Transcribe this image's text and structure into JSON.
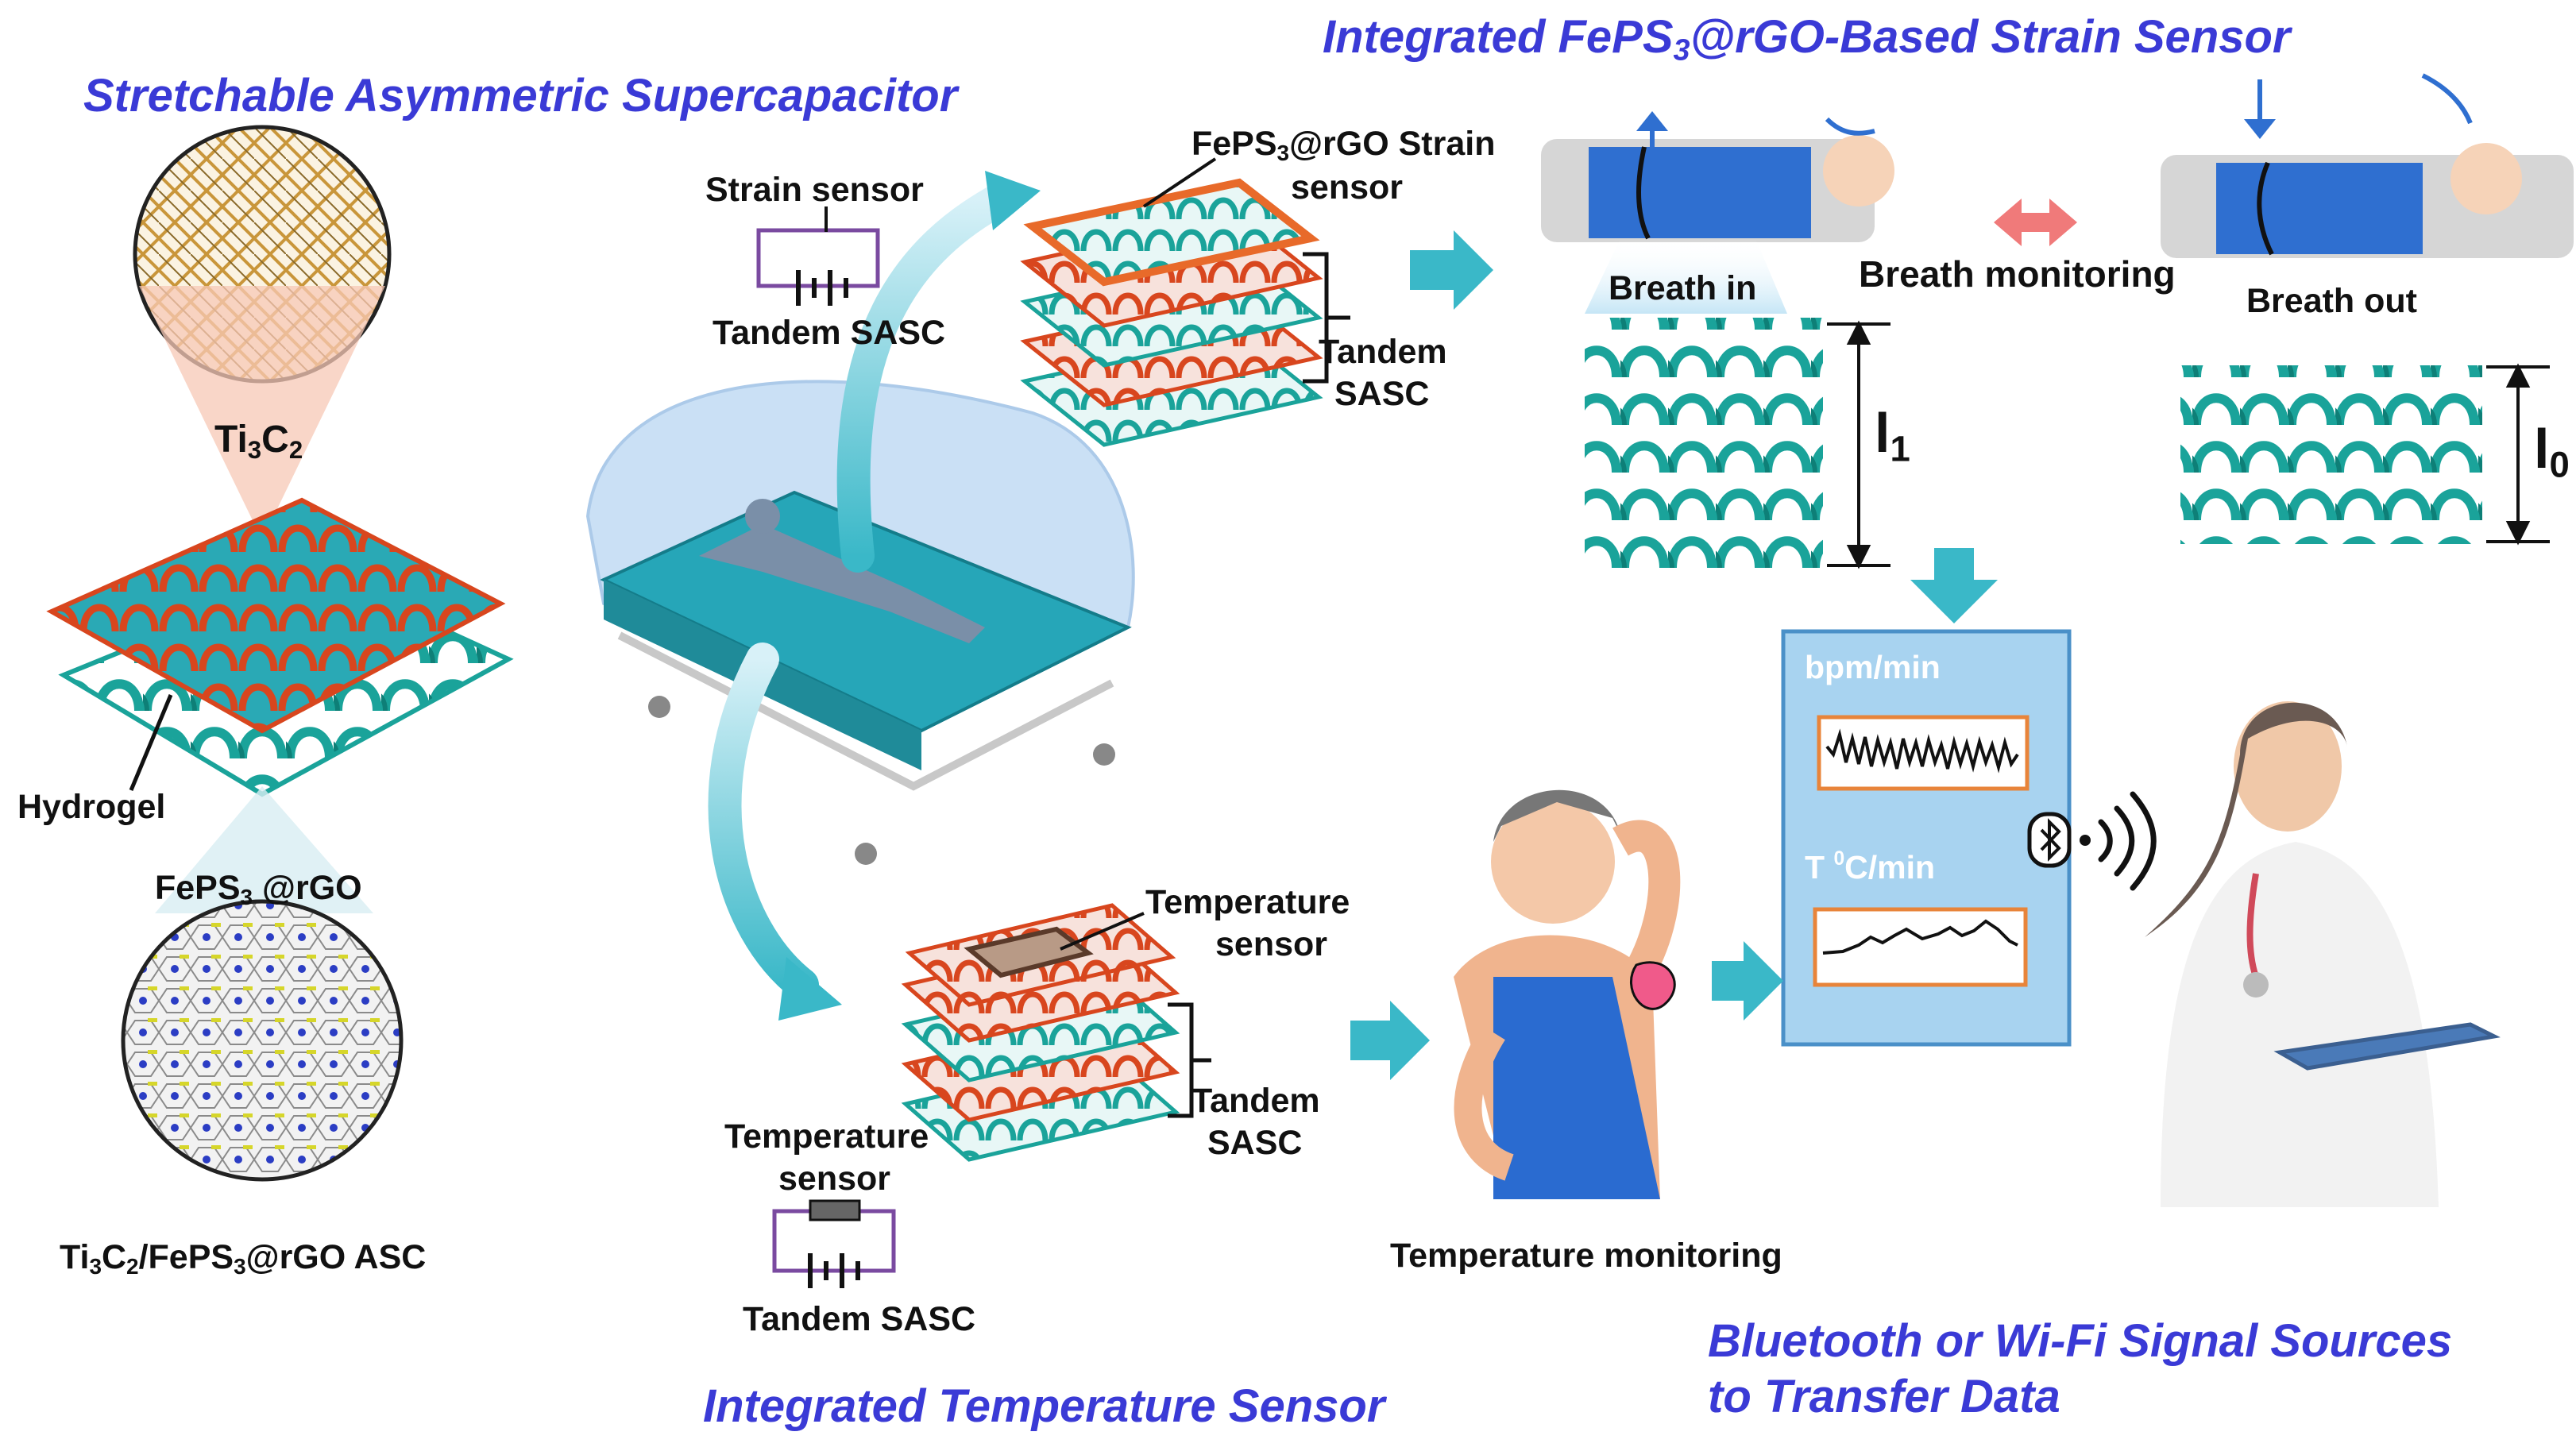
{
  "titles": {
    "supercapacitor": "Stretchable Asymmetric Supercapacitor",
    "strain": {
      "pre": "Integrated FePS",
      "sub": "3",
      "post": "@rGO-Based Strain Sensor"
    },
    "temperature": "Integrated Temperature Sensor",
    "wireless_line1": "Bluetooth or Wi-Fi Signal Sources",
    "wireless_line2": "to Transfer Data"
  },
  "left_panel": {
    "ti3c2": {
      "a": "Ti",
      "b": "3",
      "c": "C",
      "d": "2"
    },
    "hydrogel": "Hydrogel",
    "feps3": {
      "a": "FePS",
      "b": "3",
      "c": " @rGO"
    },
    "asc": {
      "a": "Ti",
      "b": "3",
      "c": "C",
      "d": "2",
      "e": "/FePS",
      "f": "3",
      "g": "@rGO ASC"
    }
  },
  "strain_stack": {
    "sensor_label": "Strain sensor",
    "circuit_label": "Tandem SASC",
    "feps_line1": {
      "a": "FePS",
      "b": "3",
      "c": "@rGO Strain"
    },
    "feps_line2": "sensor",
    "tandem1": "Tandem",
    "tandem2": "SASC"
  },
  "temp_stack": {
    "sensor_line1": "Temperature",
    "sensor_line2": "sensor",
    "tandem1": "Tandem",
    "tandem2": "SASC",
    "circuit_sensor1": "Temperature",
    "circuit_sensor2": "sensor",
    "circuit_label": "Tandem SASC"
  },
  "breath": {
    "in": "Breath in",
    "out": "Breath out",
    "monitoring": "Breath monitoring",
    "l1": {
      "a": "l",
      "b": "1"
    },
    "l0": {
      "a": "l",
      "b": "0"
    }
  },
  "monitor": {
    "bpm": "bpm/min",
    "temp": {
      "a": "T ",
      "b": "0",
      "c": "C/min"
    }
  },
  "temperature_monitoring": "Temperature monitoring",
  "colors": {
    "title": "#3a3ad6",
    "teal": "#1aa39a",
    "orange_red": "#d8461e",
    "arrow": "#3ab8c8",
    "panel": "#a8d3f0",
    "panel_border": "#4a90c8",
    "double_arrow": "#f07a7a",
    "orange_box": "#e8843a"
  },
  "icons": [
    "bluetooth-icon",
    "wifi-signal-icon"
  ]
}
